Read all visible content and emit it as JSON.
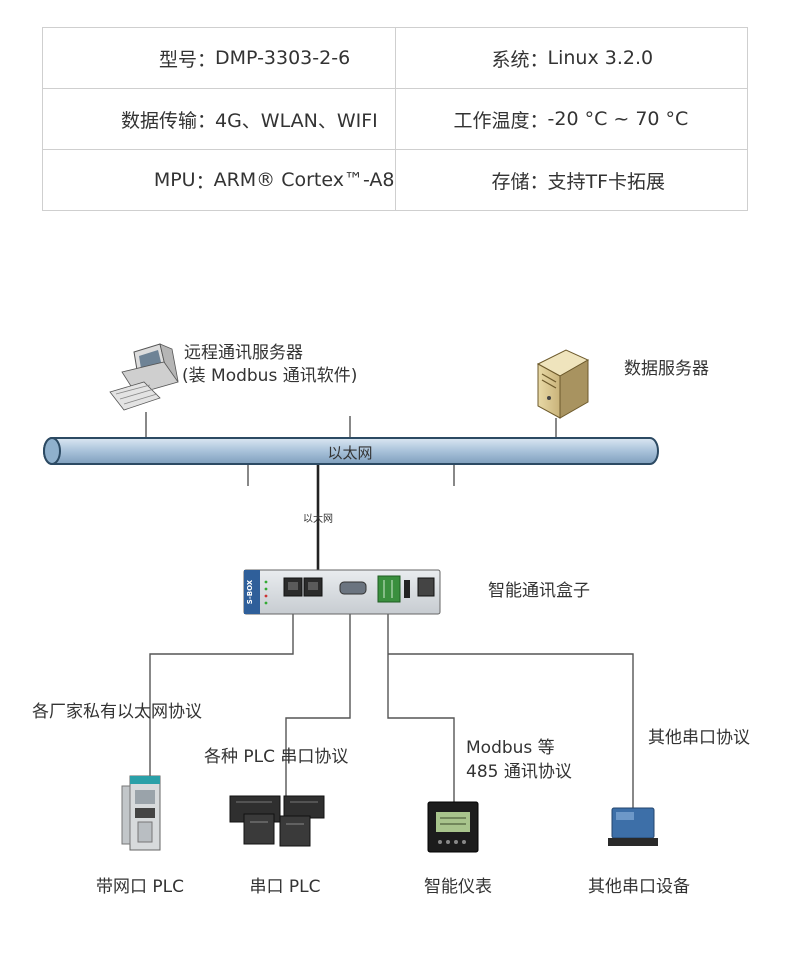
{
  "specs": {
    "rows": [
      {
        "left": {
          "label": "型号",
          "sep": "：",
          "value": "DMP-3303-2-6"
        },
        "right": {
          "label": "系统",
          "sep": "：",
          "value": "Linux 3.2.0"
        }
      },
      {
        "left": {
          "label": "数据传输",
          "sep": "：",
          "value": "4G、WLAN、WIFI"
        },
        "right": {
          "label": "工作温度",
          "sep": "：",
          "value": "-20 °C ~ 70 °C"
        }
      },
      {
        "left": {
          "label": "MPU",
          "sep": "：",
          "value": "ARM® Cortex™-A8"
        },
        "right": {
          "label": "存储",
          "sep": "：",
          "value": "支持TF卡拓展"
        }
      }
    ]
  },
  "diagram": {
    "remote_server": {
      "line1": "远程通讯服务器",
      "line2": "(装 Modbus 通讯软件)",
      "icon": "computer-icon"
    },
    "data_server": {
      "label": "数据服务器",
      "icon": "server-tower-icon"
    },
    "bus": {
      "label": "以太网"
    },
    "uplink": {
      "label": "以太网"
    },
    "gateway": {
      "label": "智能通讯盒子",
      "brand": "S-BOX",
      "icon": "gateway-box-icon"
    },
    "links": {
      "ethernet_protocols": "各厂家私有以太网协议",
      "plc_serial": "各种 PLC 串口协议",
      "modbus_line1": "Modbus 等",
      "modbus_line2": "485 通讯协议",
      "other_serial": "其他串口协议"
    },
    "devices": [
      {
        "label": "带网口 PLC",
        "icon": "ethernet-plc-icon"
      },
      {
        "label": "串口 PLC",
        "icon": "serial-plc-icon"
      },
      {
        "label": "智能仪表",
        "icon": "smart-meter-icon"
      },
      {
        "label": "其他串口设备",
        "icon": "serial-device-icon"
      }
    ]
  },
  "colors": {
    "bus_fill": "#b9cde0",
    "bus_stroke": "#2c4a63",
    "wire": "#555555",
    "text": "#333333"
  }
}
